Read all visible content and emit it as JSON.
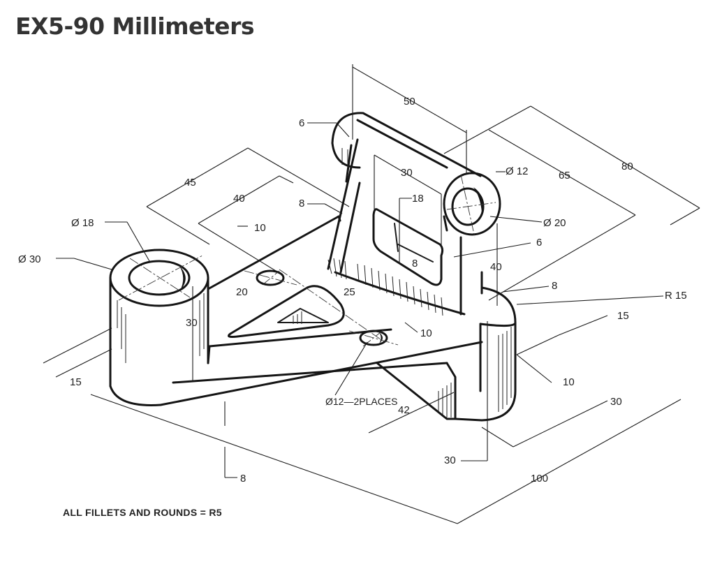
{
  "title": "EX5-90 Millimeters",
  "note": "ALL FILLETS AND ROUNDS = R5",
  "dimensions": {
    "d50": "50",
    "d80": "80",
    "d65": "65",
    "d6_top": "6",
    "d30_top": "30",
    "d45": "45",
    "d40_left": "40",
    "d8_upright": "8",
    "dia12_top": "Ø 12",
    "dia20": "Ø 20",
    "d18": "18",
    "dia18": "Ø 18",
    "d10_a": "10",
    "d6_slot": "6",
    "d8_slot": "8",
    "dia30": "Ø 30",
    "d40_right": "40",
    "d20": "20",
    "d25": "25",
    "d8_right": "8",
    "r15": "R 15",
    "d30_cyl": "30",
    "d10_b": "10",
    "d15_right": "15",
    "d15_left": "15",
    "dia12_places": "Ø12—2PLACES",
    "d10_c": "10",
    "d42": "42",
    "d30_right": "30",
    "d30_bottom": "30",
    "d8_bottom": "8",
    "d100": "100"
  }
}
